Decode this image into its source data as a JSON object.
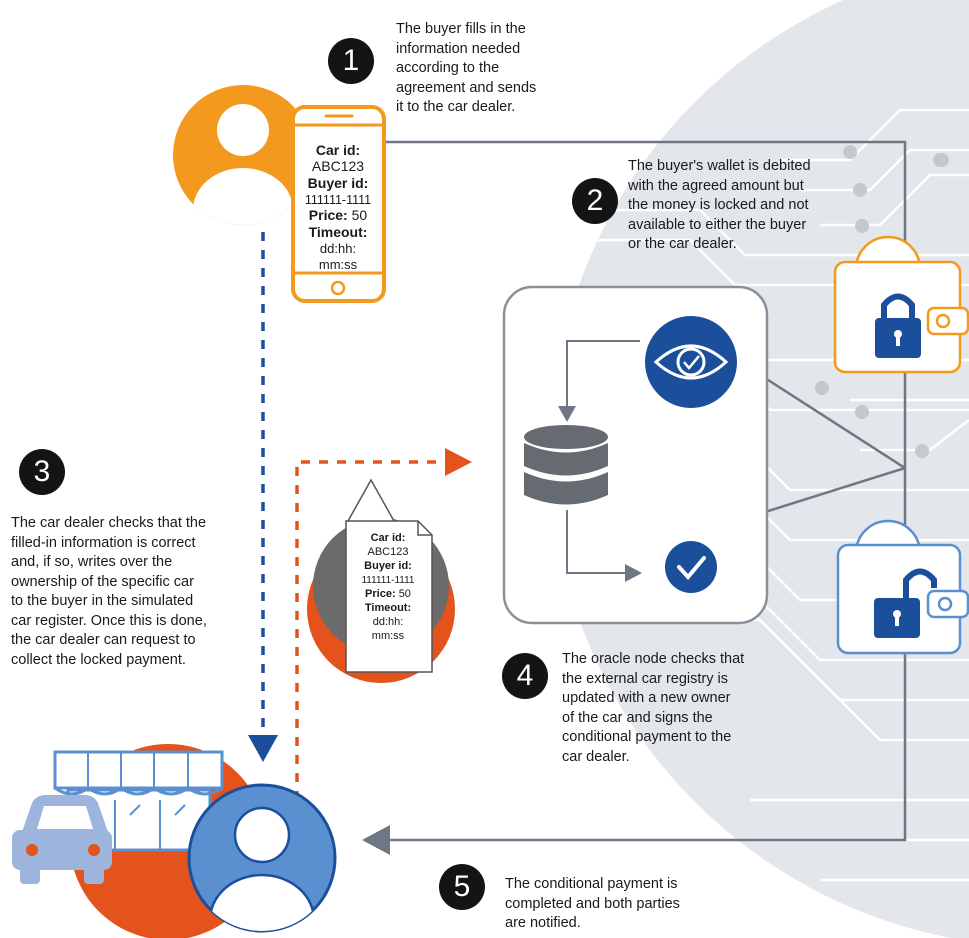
{
  "steps": [
    {
      "number": "1",
      "lines": [
        "The buyer fills in the",
        "information needed",
        "according to the",
        "agreement and sends",
        "it to the car dealer."
      ]
    },
    {
      "number": "2",
      "lines": [
        "The buyer's wallet is debited",
        "with the agreed amount but",
        "the money is locked and not",
        "available to either the buyer",
        "or the car dealer."
      ]
    },
    {
      "number": "3",
      "lines": [
        "The car dealer checks that the",
        "filled-in information is correct",
        "and, if so, writes over the",
        "ownership of the specific car",
        "to the buyer in the simulated",
        "car register. Once this is done,",
        "the car dealer can request to",
        "collect the locked payment."
      ]
    },
    {
      "number": "4",
      "lines": [
        "The oracle node checks that",
        "the external car registry is",
        "updated with a new owner",
        "of the car and signs the",
        "conditional payment to the",
        "car dealer."
      ]
    },
    {
      "number": "5",
      "lines": [
        "The conditional payment is",
        "completed and both parties",
        "are notified."
      ]
    }
  ],
  "phone_card": {
    "car_id_label": "Car id:",
    "car_id_value": "ABC123",
    "buyer_id_label": "Buyer id:",
    "buyer_id_value": "111111-1111",
    "price_label": "Price:",
    "price_value": "50",
    "timeout_label": "Timeout:",
    "timeout_value_1": "dd:hh:",
    "timeout_value_2": "mm:ss"
  },
  "paper_card": {
    "car_id_label": "Car id:",
    "car_id_value": "ABC123",
    "buyer_id_label": "Buyer id:",
    "buyer_id_value": "111111-1111",
    "price_label": "Price:",
    "price_value": "50",
    "timeout_label": "Timeout:",
    "timeout_value_1": "dd:hh:",
    "timeout_value_2": "mm:ss"
  },
  "colors": {
    "buyer_orange": "#f39a1e",
    "dealer_red": "#e4531b",
    "dealer_blue": "#5a8fd0",
    "navy": "#1b4f9c",
    "gray_line": "#6f7785",
    "bg_circle": "#e3e6ea"
  },
  "icons": [
    "buyer-avatar-icon",
    "phone-icon",
    "wallet-locked-icon",
    "wallet-unlocked-icon",
    "database-icon",
    "eye-icon",
    "checkmark-icon",
    "car-icon",
    "shop-icon",
    "dealer-avatar-icon",
    "document-icon"
  ]
}
